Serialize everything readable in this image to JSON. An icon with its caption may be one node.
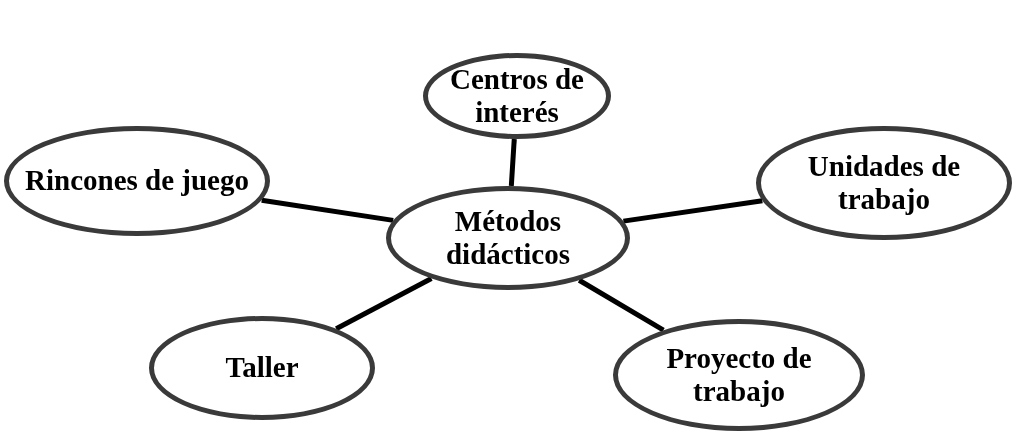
{
  "diagram": {
    "nodes": [
      {
        "text": [
          "Centros de interés"
        ]
      },
      {
        "text": [
          "Rincones de juego"
        ]
      },
      {
        "text": [
          "Métodos didácticos"
        ]
      },
      {
        "text": [
          "Unidades de trabajo"
        ]
      },
      {
        "text": [
          "Taller"
        ]
      },
      {
        "text": [
          "Proyecto de trabajo"
        ]
      }
    ],
    "edges": [
      {
        "from": 2,
        "to": 0,
        "arrow": "none"
      },
      {
        "from": 2,
        "to": 1,
        "arrow": "none"
      },
      {
        "from": 2,
        "to": 3,
        "arrow": "none"
      },
      {
        "from": 2,
        "to": 4,
        "arrow": "none"
      },
      {
        "from": 2,
        "to": 5,
        "arrow": "none"
      }
    ]
  }
}
